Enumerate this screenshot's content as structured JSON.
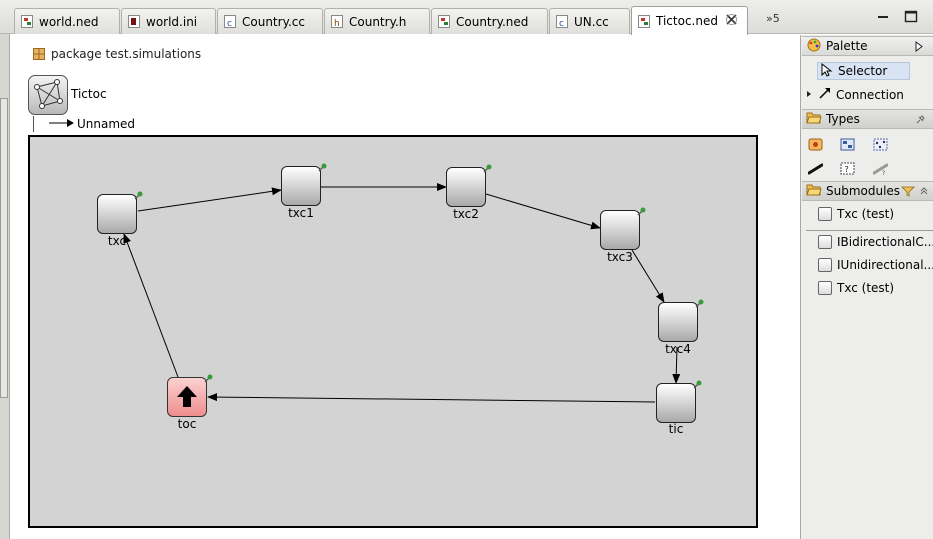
{
  "tabs": [
    {
      "label": "world.ned",
      "icon": "ned-file-icon"
    },
    {
      "label": "world.ini",
      "icon": "ini-file-icon"
    },
    {
      "label": "Country.cc",
      "icon": "cc-file-icon"
    },
    {
      "label": "Country.h",
      "icon": "h-file-icon"
    },
    {
      "label": "Country.ned",
      "icon": "ned-file-icon"
    },
    {
      "label": "UN.cc",
      "icon": "cc-file-icon"
    },
    {
      "label": "Tictoc.ned",
      "icon": "ned-file-icon",
      "active": true
    }
  ],
  "tab_overflow": "»5",
  "editor": {
    "package": "package test.simulations",
    "network_name": "Tictoc",
    "connection_label": "Unnamed",
    "modules": [
      {
        "id": "txc",
        "label": "txc"
      },
      {
        "id": "txc1",
        "label": "txc1"
      },
      {
        "id": "txc2",
        "label": "txc2"
      },
      {
        "id": "txc3",
        "label": "txc3"
      },
      {
        "id": "txc4",
        "label": "txc4"
      },
      {
        "id": "tic",
        "label": "tic"
      },
      {
        "id": "toc",
        "label": "toc"
      }
    ]
  },
  "palette": {
    "title": "Palette",
    "selector": "Selector",
    "connection": "Connection",
    "types_title": "Types",
    "submodules_title": "Submodules",
    "submodules": [
      "Txc (test)",
      "IBidirectionalC...",
      "IUnidirectional...",
      "Txc (test)"
    ]
  },
  "colors": {
    "canvas": "#d3d3d3",
    "toc_module": "#f4a9a9",
    "pin": "#3a9a3a",
    "selection": "#d8e4f4"
  }
}
